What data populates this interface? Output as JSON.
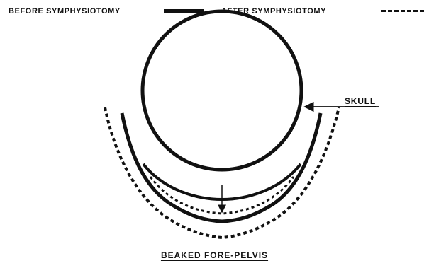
{
  "legend": {
    "before_label": "BEFORE SYMPHYSIOTOMY",
    "after_label": "AFTER SYMPHYSIOTOMY"
  },
  "labels": {
    "skull": "SKULL"
  },
  "caption": "BEAKED FORE-PELVIS",
  "colors": {
    "ink": "#111111",
    "paper": "#ffffff"
  }
}
